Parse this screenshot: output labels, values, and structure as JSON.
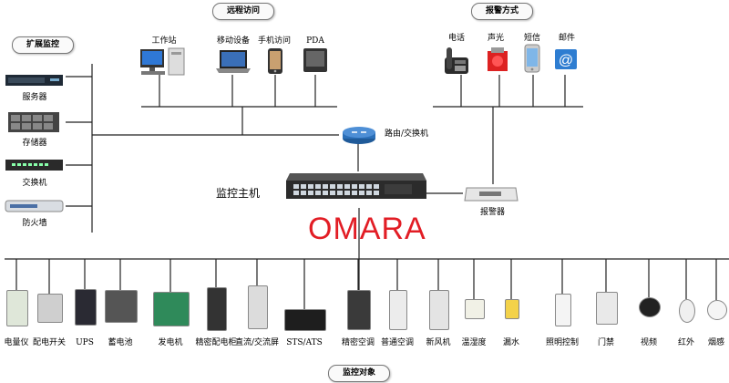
{
  "section_pills": {
    "remote_access": "远程访问",
    "alarm_methods": "报警方式",
    "extended_monitoring": "扩展监控",
    "monitored_objects": "监控对象"
  },
  "remote_devices": [
    "工作站",
    "移动设备",
    "手机访问",
    "PDA"
  ],
  "alarm_devices": [
    "电话",
    "声光",
    "短信",
    "邮件"
  ],
  "extended_devices": [
    "服务器",
    "存储器",
    "交换机",
    "防火墙"
  ],
  "router_label": "路由/交换机",
  "host_label": "监控主机",
  "alarm_box_label": "报警器",
  "brand_text": "OMARA",
  "monitored_devices": [
    "电量仪",
    "配电开关",
    "UPS",
    "蓄电池",
    "发电机",
    "精密配电柜",
    "直流/交流屏",
    "STS/ATS",
    "精密空调",
    "普通空调",
    "新风机",
    "温湿度",
    "漏水",
    "照明控制",
    "门禁",
    "视频",
    "红外",
    "烟感"
  ],
  "colors": {
    "brand": "#e21d25",
    "line": "#222222"
  }
}
